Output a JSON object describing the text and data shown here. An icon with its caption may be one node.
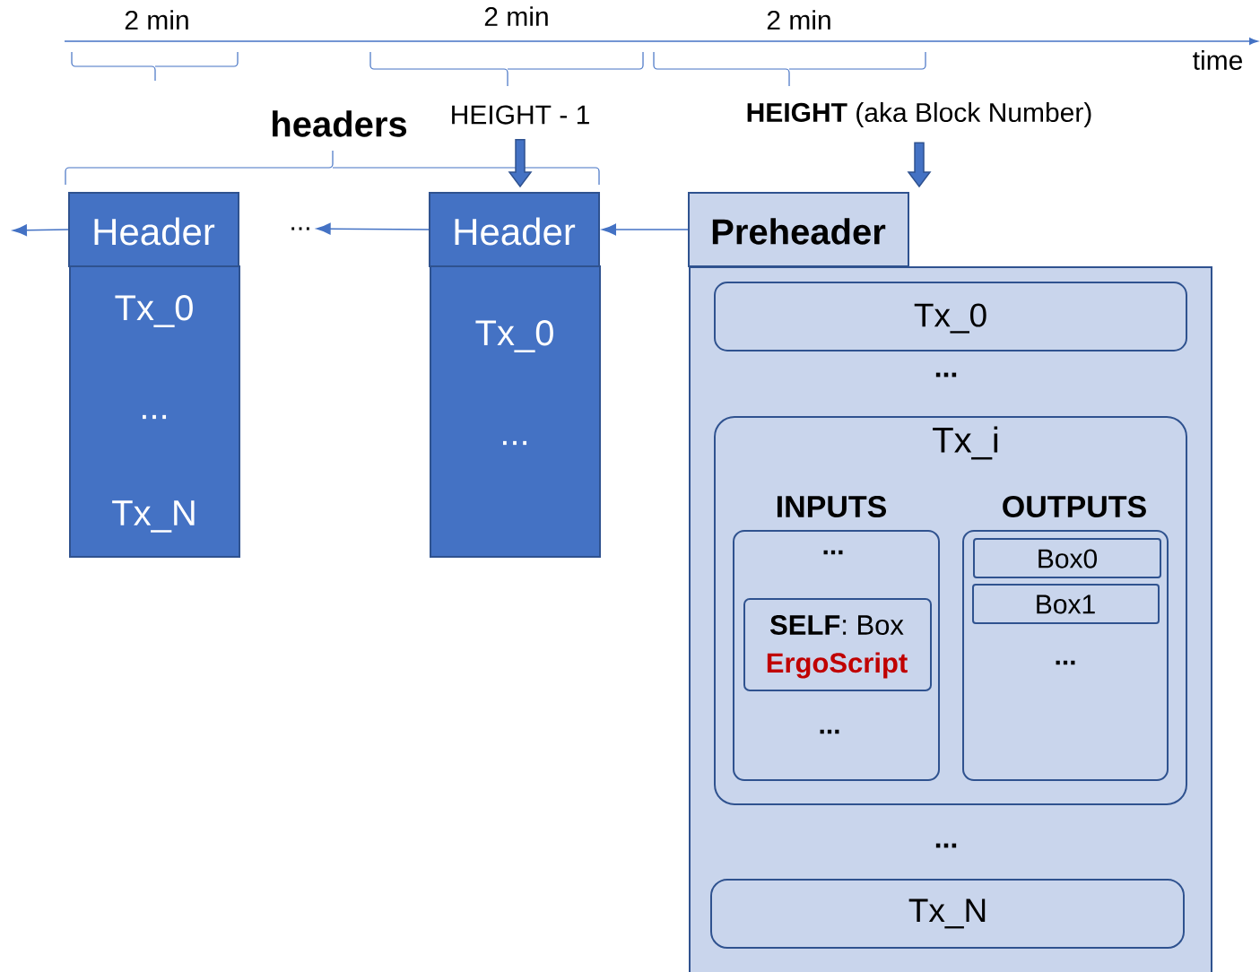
{
  "diagram": {
    "nodes": [
      {
        "text": [
          "Header"
        ]
      },
      {
        "text": [
          "Tx_0",
          "...",
          "Tx_N"
        ]
      },
      {
        "text": [
          "..."
        ]
      },
      {
        "text": [
          "Header"
        ]
      },
      {
        "text": [
          "Tx_0",
          "..."
        ]
      },
      {
        "text": [
          "Preheader"
        ]
      },
      {
        "text": [
          "...",
          "..."
        ]
      },
      {
        "text": [
          "Tx_0"
        ],
        "in": 6
      },
      {
        "text": [
          "Tx_i"
        ],
        "in": 6
      },
      {
        "text": [
          "INPUTS",
          "...",
          "..."
        ],
        "in": 8
      },
      {
        "text": [
          "**SELF**: Box",
          "ErgoScript"
        ],
        "in": 9
      },
      {
        "text": [
          "OUTPUTS",
          "..."
        ],
        "in": 8
      },
      {
        "text": [
          "Box0"
        ],
        "in": 11
      },
      {
        "text": [
          "Box1"
        ],
        "in": 11
      },
      {
        "text": [
          "Tx_N"
        ],
        "in": 6
      },
      {
        "text": [
          "HEIGHT - 1"
        ]
      },
      {
        "text": [
          "**HEIGHT** (aka Block Number)"
        ]
      }
    ],
    "edges": [
      {
        "from": 3,
        "to": 2,
        "arrow": "to"
      },
      {
        "from": 0,
        "to": null,
        "arrow": "to"
      },
      {
        "from": 5,
        "to": 3,
        "arrow": "to"
      },
      {
        "from": 15,
        "to": 3,
        "arrow": "to",
        "style": "thick"
      },
      {
        "from": 16,
        "to": 5,
        "arrow": "to",
        "style": "thick"
      }
    ],
    "labels": [
      "2 min",
      "2 min",
      "2 min",
      "time",
      "headers"
    ]
  }
}
